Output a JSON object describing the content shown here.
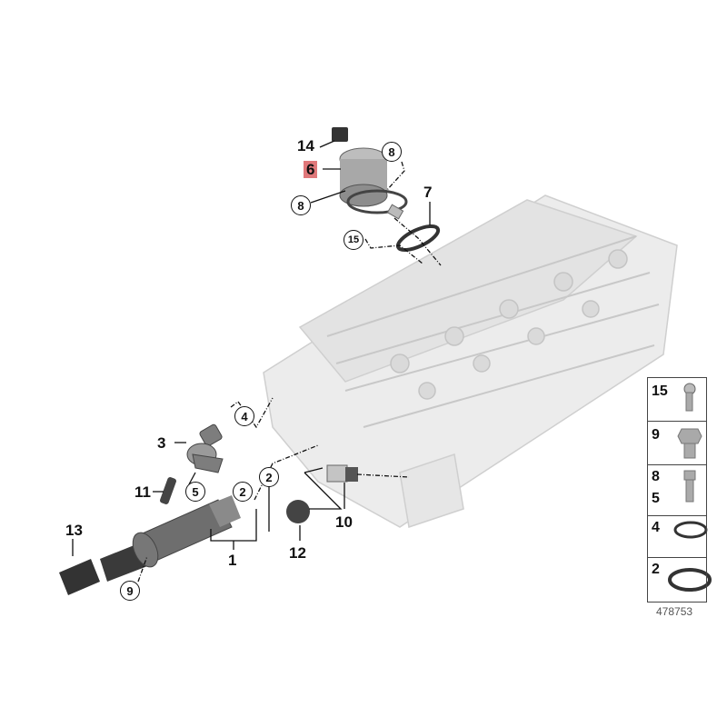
{
  "diagram": {
    "type": "exploded parts diagram",
    "subject": "Cylinder head with VANOS solenoid valve, camshaft sensors and temperature sensors",
    "highlighted_part": "6",
    "highlight_color": "#e0787a",
    "reference_number": "478753"
  },
  "callouts": {
    "p14": "14",
    "p6": "6",
    "p8a": "8",
    "p8b": "8",
    "p7": "7",
    "p15": "15",
    "p4": "4",
    "p3": "3",
    "p11": "11",
    "p5": "5",
    "p2a": "2",
    "p2b": "2",
    "p1": "1",
    "p13": "13",
    "p9": "9",
    "p10": "10",
    "p12": "12"
  },
  "legend": {
    "cells": [
      {
        "numbers": [
          "15"
        ],
        "part": "torx screw"
      },
      {
        "numbers": [
          "9"
        ],
        "part": "hex bolt"
      },
      {
        "numbers": [
          "8",
          "5"
        ],
        "part": "flange bolt"
      },
      {
        "numbers": [
          "4"
        ],
        "part": "o-ring small"
      },
      {
        "numbers": [
          "2"
        ],
        "part": "o-ring large"
      }
    ]
  }
}
